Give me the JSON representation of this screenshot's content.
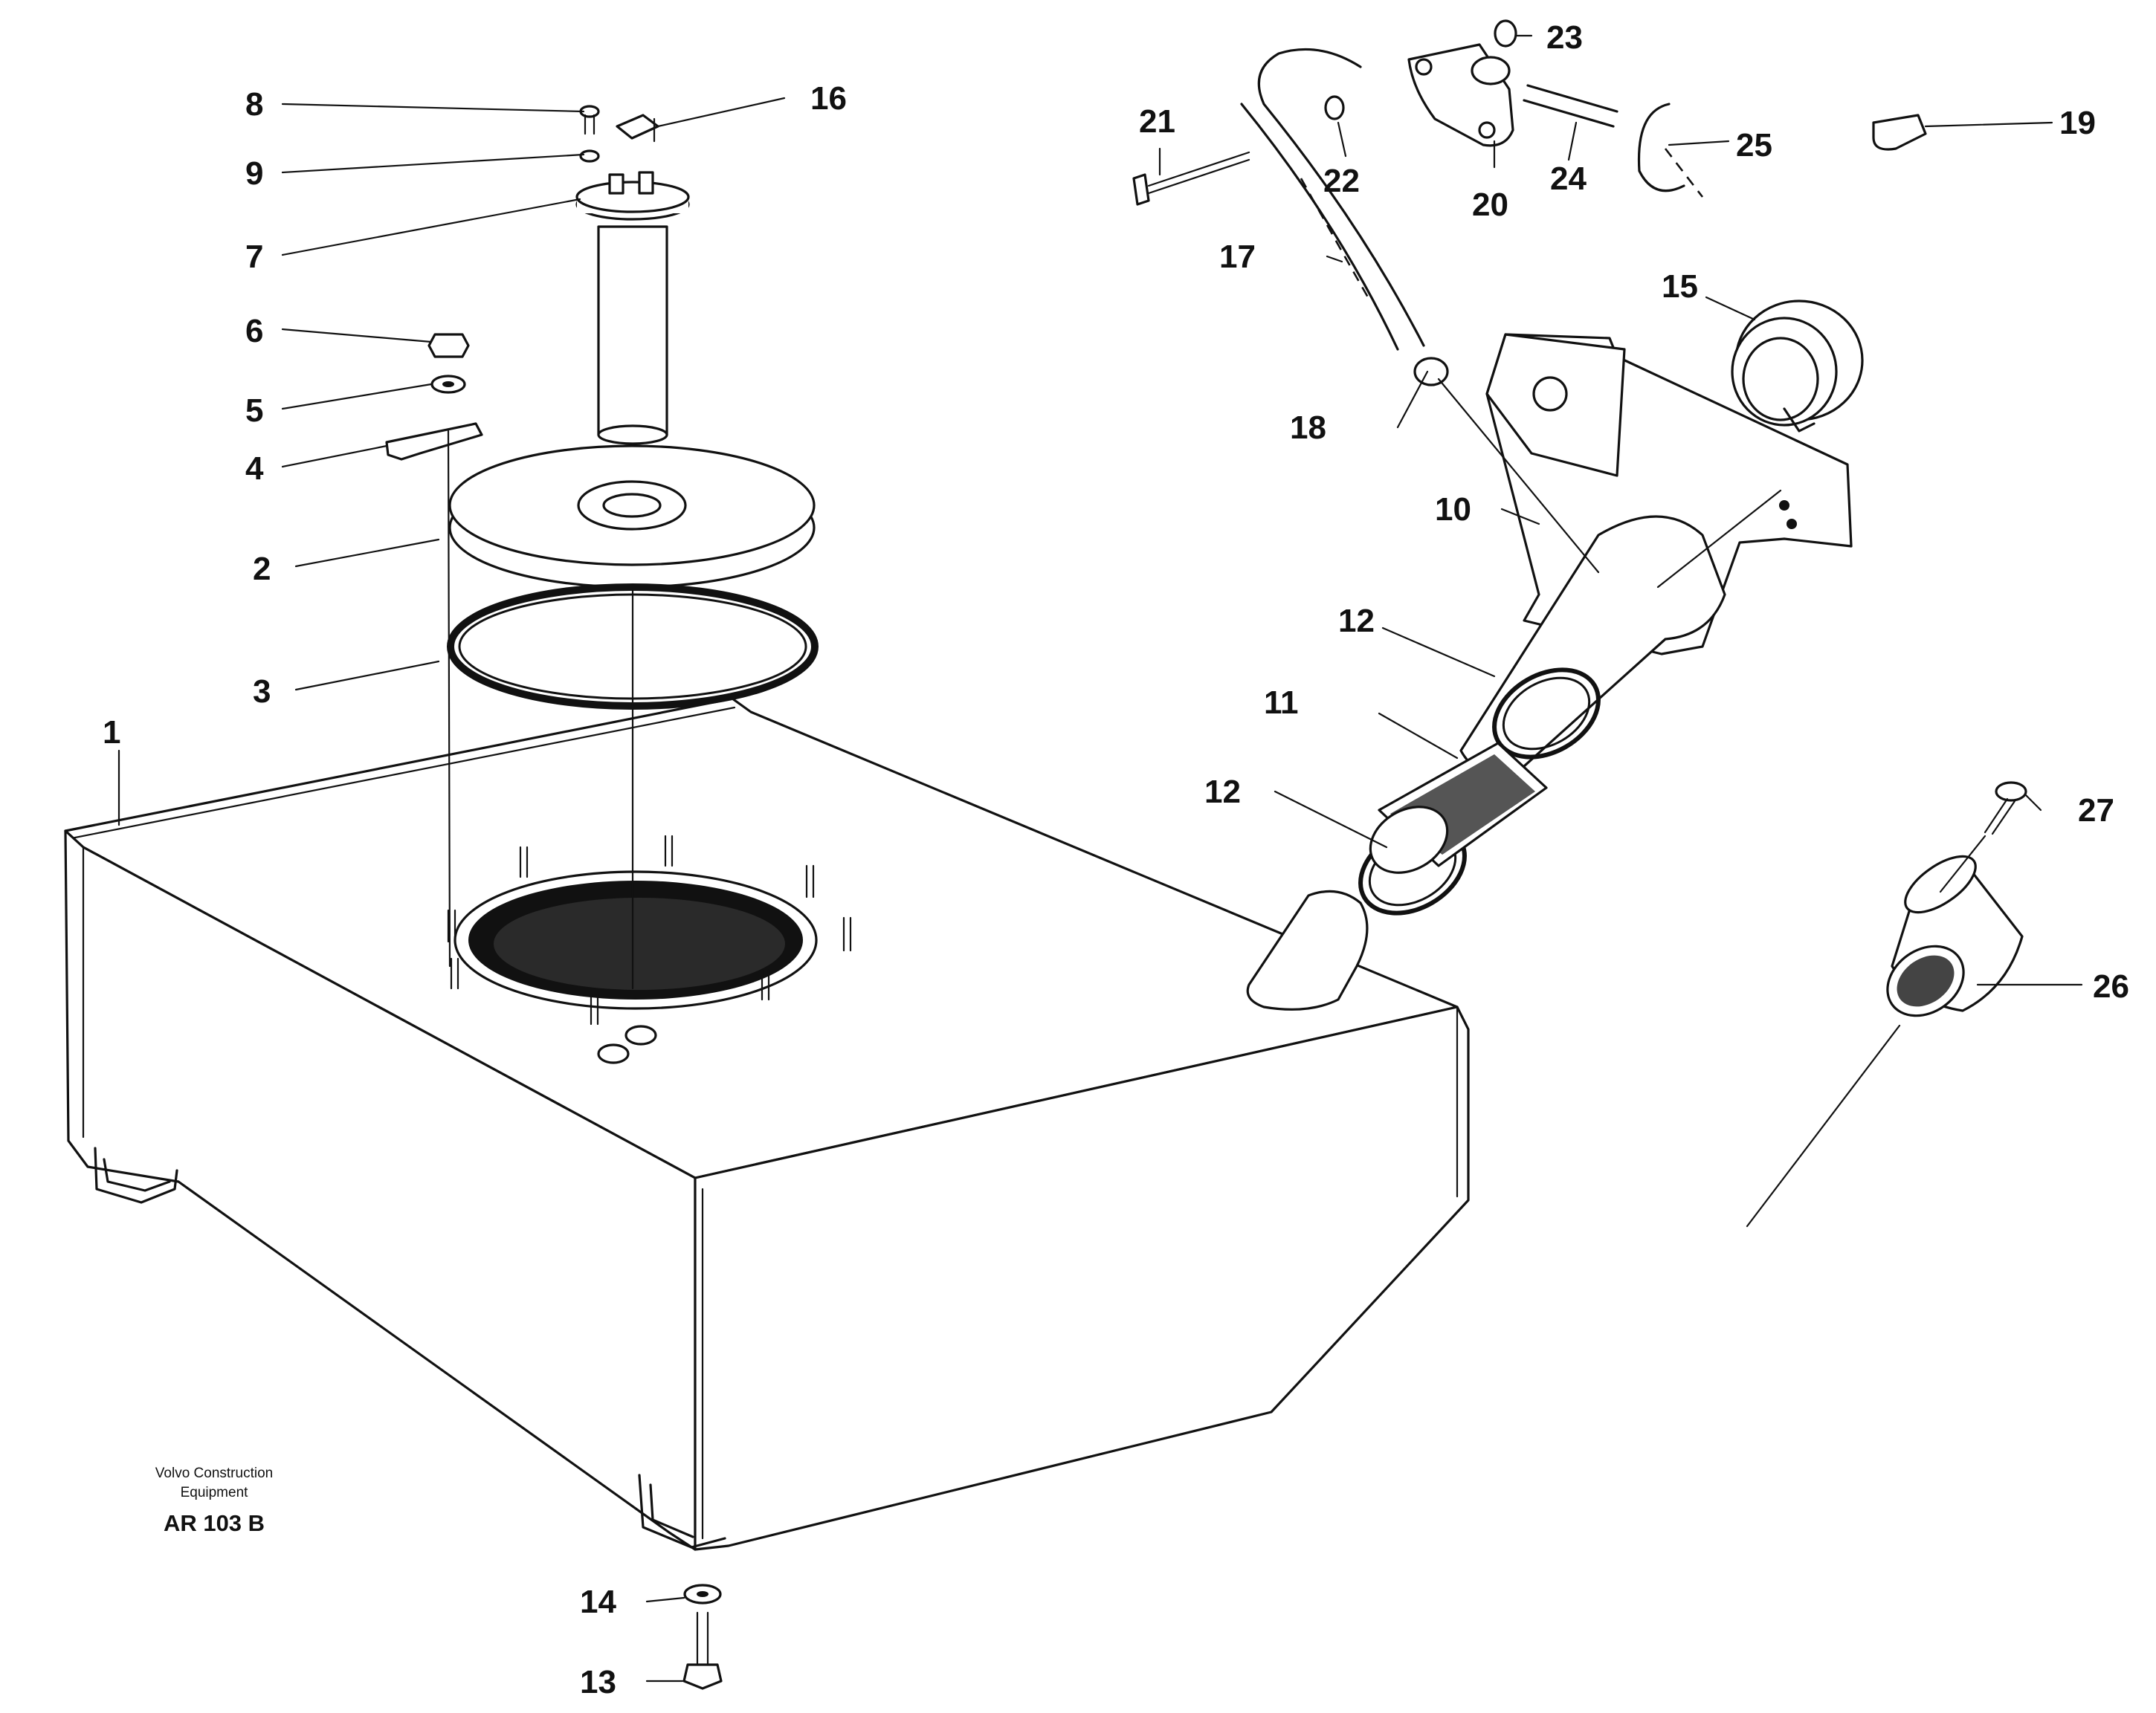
{
  "diagram": {
    "caption_company": [
      "Volvo Construction",
      "Equipment"
    ],
    "caption_code": "AR 103 B",
    "callouts": [
      {
        "id": "1",
        "label": "1"
      },
      {
        "id": "2",
        "label": "2"
      },
      {
        "id": "3",
        "label": "3"
      },
      {
        "id": "4",
        "label": "4"
      },
      {
        "id": "5",
        "label": "5"
      },
      {
        "id": "6",
        "label": "6"
      },
      {
        "id": "7",
        "label": "7"
      },
      {
        "id": "8",
        "label": "8"
      },
      {
        "id": "9",
        "label": "9"
      },
      {
        "id": "10",
        "label": "10"
      },
      {
        "id": "11",
        "label": "11"
      },
      {
        "id": "12a",
        "label": "12"
      },
      {
        "id": "12b",
        "label": "12"
      },
      {
        "id": "13",
        "label": "13"
      },
      {
        "id": "14",
        "label": "14"
      },
      {
        "id": "15",
        "label": "15"
      },
      {
        "id": "16",
        "label": "16"
      },
      {
        "id": "17",
        "label": "17"
      },
      {
        "id": "18",
        "label": "18"
      },
      {
        "id": "19",
        "label": "19"
      },
      {
        "id": "20",
        "label": "20"
      },
      {
        "id": "21",
        "label": "21"
      },
      {
        "id": "22",
        "label": "22"
      },
      {
        "id": "23",
        "label": "23"
      },
      {
        "id": "24",
        "label": "24"
      },
      {
        "id": "25",
        "label": "25"
      },
      {
        "id": "26",
        "label": "26"
      },
      {
        "id": "27",
        "label": "27"
      }
    ]
  }
}
